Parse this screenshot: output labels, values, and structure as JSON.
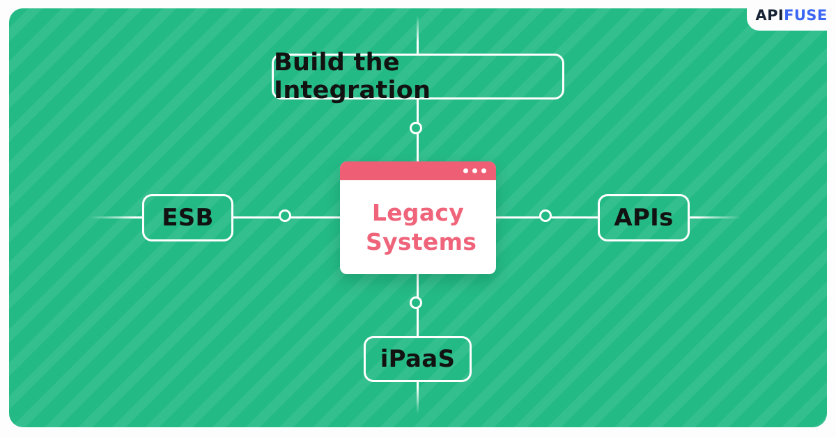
{
  "brand": {
    "logo_part1": "API",
    "logo_part2": "FUSE"
  },
  "nodes": {
    "top": {
      "label": "Build the Integration"
    },
    "left": {
      "label": "ESB"
    },
    "right": {
      "label": "APIs"
    },
    "bottom": {
      "label": "iPaaS"
    },
    "center": {
      "label": "Legacy Systems"
    }
  },
  "colors": {
    "canvas_white": "#fdfdfd",
    "green_bg": "#24ba86",
    "line_white": "#ffffff",
    "pink": "#ee5f76",
    "pink_text": "#ef647a",
    "text_dark": "#121212",
    "logo_api": "#162334",
    "logo_fuse": "#3a66f3"
  }
}
